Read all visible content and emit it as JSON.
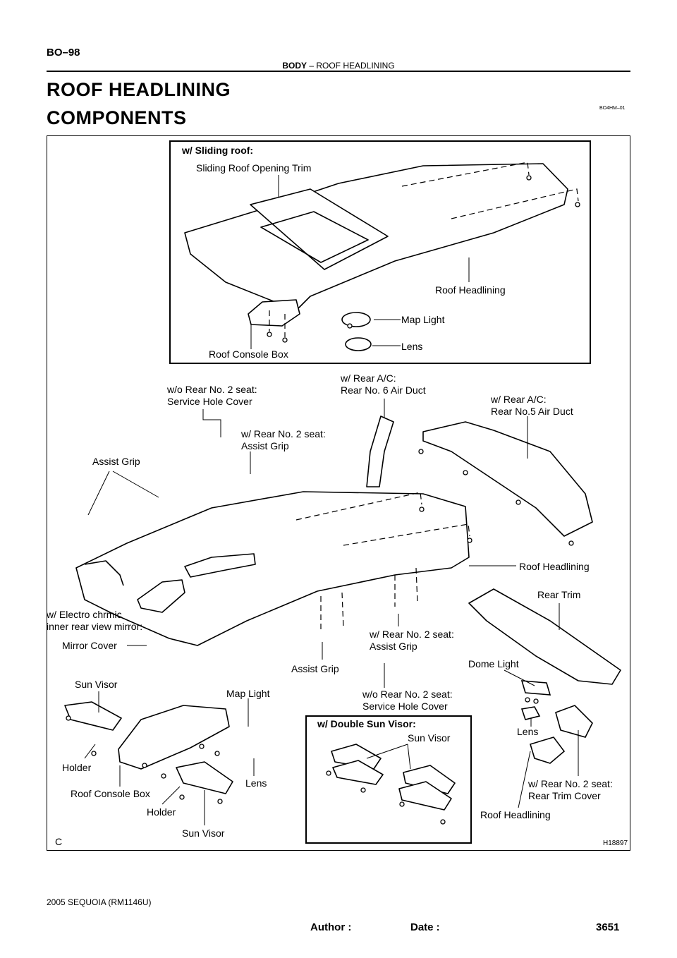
{
  "header": {
    "page_id": "BO–98",
    "section": "BODY",
    "separator": " – ",
    "subsection": "ROOF HEADLINING"
  },
  "title": "ROOF HEADLINING",
  "section_title": "COMPONENTS",
  "doc_code": "BO4HM–01",
  "figure": {
    "corner_letter": "C",
    "figure_id": "H18897",
    "inset_sliding_roof": {
      "title": "w/ Sliding roof:",
      "labels": {
        "opening_trim": "Sliding Roof Opening Trim",
        "roof_headlining": "Roof Headlining",
        "map_light": "Map Light",
        "lens": "Lens",
        "roof_console_box": "Roof Console Box"
      }
    },
    "labels": {
      "wo_rear2_cover_1": "w/o Rear No. 2 seat:",
      "wo_rear2_cover_2": "Service Hole Cover",
      "w_rear2_grip_1": "w/ Rear No. 2 seat:",
      "w_rear2_grip_2": "Assist Grip",
      "rear_ac6_1": "w/ Rear A/C:",
      "rear_ac6_2": "Rear No. 6 Air Duct",
      "rear_ac5_1": "w/ Rear A/C:",
      "rear_ac5_2": "Rear No.5  Air Duct",
      "assist_grip_left": "Assist Grip",
      "roof_headlining_main": "Roof Headlining",
      "rear_trim": "Rear Trim",
      "electro_1": "w/ Electro chrmic",
      "electro_2": "inner rear view mirror:",
      "mirror_cover": "Mirror Cover",
      "w_rear2_grip_b1": "w/ Rear No. 2 seat:",
      "w_rear2_grip_b2": "Assist Grip",
      "assist_grip_center": "Assist Grip",
      "dome_light": "Dome Light",
      "sun_visor_left": "Sun Visor",
      "map_light_b": "Map Light",
      "wo_rear2_cover_b1": "w/o Rear No. 2 seat:",
      "wo_rear2_cover_b2": "Service Hole Cover",
      "lens_right": "Lens",
      "holder_left": "Holder",
      "lens_b": "Lens",
      "roof_console_box_b": "Roof Console Box",
      "holder_b": "Holder",
      "sun_visor_b": "Sun Visor",
      "rear_trim_cover_1": "w/ Rear No. 2 seat:",
      "rear_trim_cover_2": "Rear Trim Cover",
      "roof_headlining_b": "Roof Headlining"
    },
    "inset_double_visor": {
      "title": "w/ Double Sun Visor:",
      "sun_visor": "Sun Visor"
    }
  },
  "footer": {
    "model": "2005 SEQUOIA   (RM1146U)",
    "author": "Author :",
    "date": "Date :",
    "page_number": "3651"
  }
}
